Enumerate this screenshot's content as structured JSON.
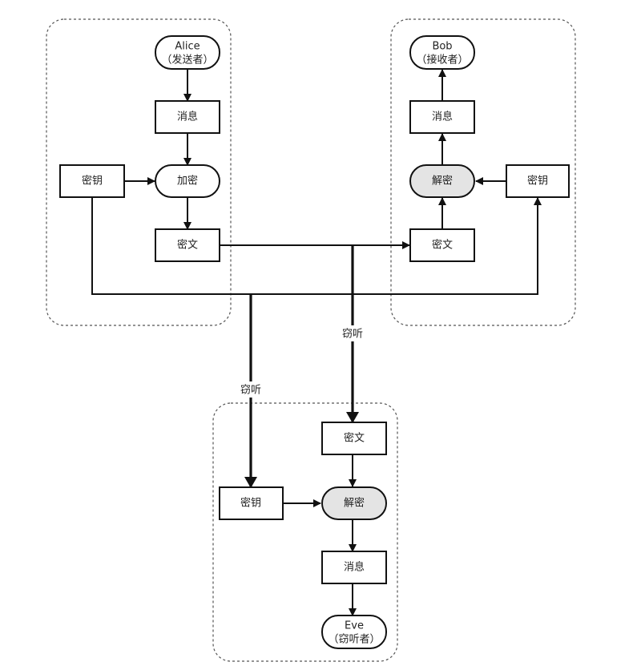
{
  "diagram": {
    "groups": {
      "alice": {
        "name": "alice-group"
      },
      "bob": {
        "name": "bob-group"
      },
      "eve": {
        "name": "eve-group"
      }
    },
    "nodes": {
      "alice": {
        "line1": "Alice",
        "line2": "（发送者）"
      },
      "alice_message": {
        "label": "消息"
      },
      "alice_key": {
        "label": "密钥"
      },
      "encrypt": {
        "label": "加密"
      },
      "alice_ciphertext": {
        "label": "密文"
      },
      "bob": {
        "line1": "Bob",
        "line2": "（接收者）"
      },
      "bob_message": {
        "label": "消息"
      },
      "bob_decrypt": {
        "label": "解密"
      },
      "bob_key": {
        "label": "密钥"
      },
      "bob_ciphertext": {
        "label": "密文"
      },
      "eve_ciphertext": {
        "label": "密文"
      },
      "eve_key": {
        "label": "密钥"
      },
      "eve_decrypt": {
        "label": "解密"
      },
      "eve_message": {
        "label": "消息"
      },
      "eve": {
        "line1": "Eve",
        "line2": "（窃听者）"
      }
    },
    "edge_labels": {
      "eavesdrop_ciphertext": "窃听",
      "eavesdrop_key": "窃听"
    },
    "colors": {
      "stroke": "#111111",
      "decrypt_fill": "#e4e4e4",
      "group_border": "#555555"
    }
  }
}
